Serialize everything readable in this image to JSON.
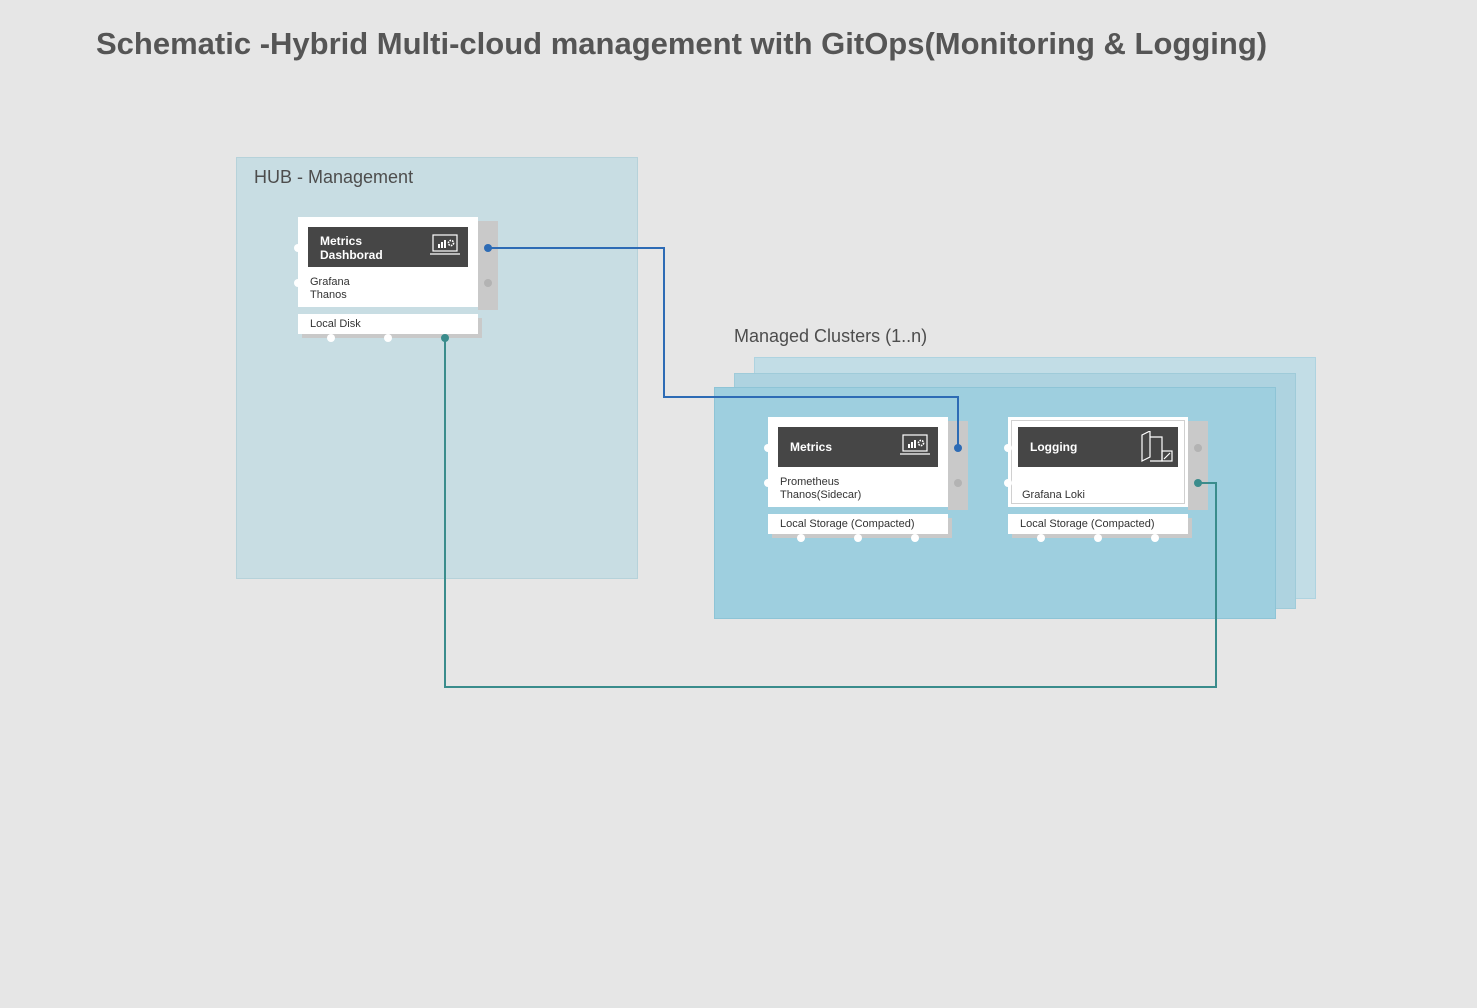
{
  "title": "Schematic -Hybrid Multi-cloud management with GitOps(Monitoring & Logging)",
  "hub": {
    "label": "HUB - Management",
    "node": {
      "title": "Metrics\nDashborad",
      "body": "Grafana\nThanos",
      "icon": "dashboard-monitor-icon",
      "storage": "Local Disk"
    }
  },
  "managed": {
    "label": "Managed Clusters (1..n)",
    "metrics": {
      "title": "Metrics",
      "body": "Prometheus\nThanos(Sidecar)",
      "icon": "dashboard-monitor-icon",
      "storage": "Local Storage (Compacted)"
    },
    "logging": {
      "title": "Logging",
      "body": "Grafana Loki",
      "icon": "log-document-icon",
      "storage": "Local Storage (Compacted)"
    }
  },
  "colors": {
    "metrics_link": "#2d6bb5",
    "logging_link": "#3a8c8c",
    "hub_bg": "#c8dde3",
    "cluster_bg": "#9ecfdf",
    "node_header": "#464646"
  }
}
